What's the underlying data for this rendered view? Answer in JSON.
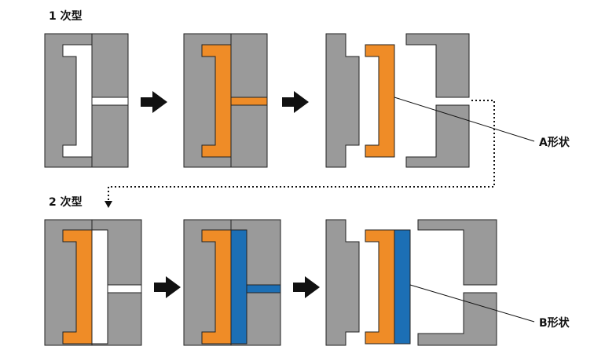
{
  "stages": {
    "first": {
      "label": "1 次型"
    },
    "second": {
      "label": "2 次型"
    }
  },
  "callouts": {
    "shape_a": "A形状",
    "shape_b": "B形状"
  },
  "colors": {
    "mold": "#9a9a9a",
    "outline": "#222222",
    "first_shot": "#ef8c27",
    "second_shot": "#1c6fb5",
    "arrow": "#111111"
  }
}
